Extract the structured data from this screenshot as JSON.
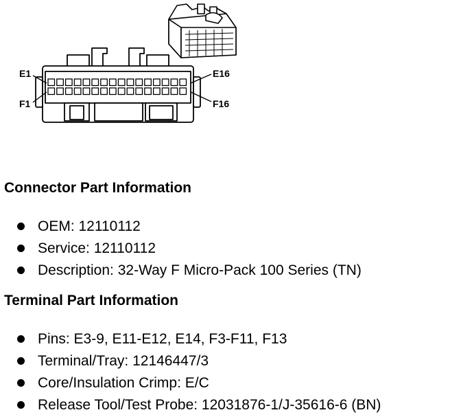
{
  "diagram": {
    "pin_labels": {
      "e1": "E1",
      "f1": "F1",
      "e16": "E16",
      "f16": "F16"
    }
  },
  "connector_section": {
    "title": "Connector Part Information",
    "items": [
      "OEM: 12110112",
      "Service: 12110112",
      "Description: 32-Way F Micro-Pack 100 Series (TN)"
    ]
  },
  "terminal_section": {
    "title": "Terminal Part Information",
    "items": [
      "Pins: E3-9, E11-E12, E14, F3-F11, F13",
      "Terminal/Tray: 12146447/3",
      "Core/Insulation Crimp: E/C",
      "Release Tool/Test Probe: 12031876-1/J-35616-6 (BN)"
    ]
  }
}
